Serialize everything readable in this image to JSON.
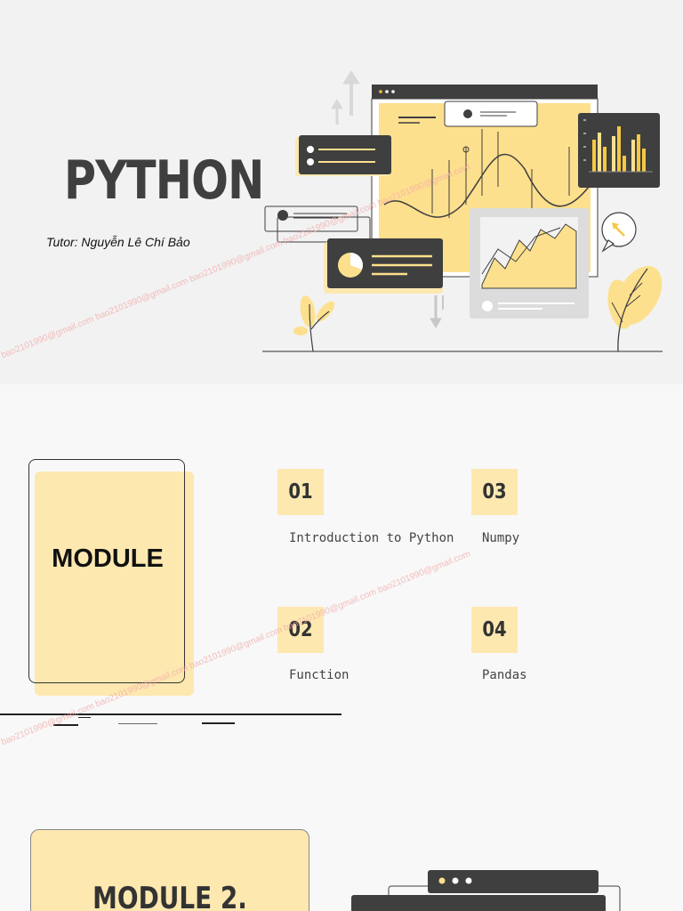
{
  "slide1": {
    "title": "PYTHON",
    "tutor": "Tutor: Nguyễn Lê Chí Bảo"
  },
  "slide2": {
    "module_title": "MODULE",
    "items": [
      {
        "number": "01",
        "label": "Introduction to Python"
      },
      {
        "number": "02",
        "label": "Function"
      },
      {
        "number": "03",
        "label": "Numpy"
      },
      {
        "number": "04",
        "label": "Pandas"
      }
    ]
  },
  "slide3": {
    "module_title": "MODULE 2."
  },
  "watermark_text": "bao2101990@gmail.com bao2101990@gmail.com bao2101990@gmail.com bao2101990@gmail.com bao2101990@gmail.com",
  "colors": {
    "accent_yellow": "#fde8b0",
    "dark": "#3f3f3f",
    "chart_yellow": "#f5c842"
  }
}
